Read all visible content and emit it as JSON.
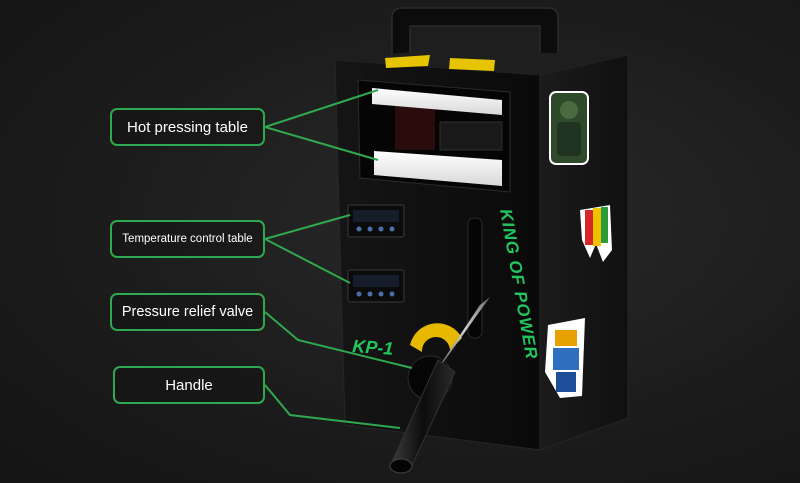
{
  "callouts": {
    "hot_pressing_table": "Hot pressing table",
    "temperature_control_table": "Temperature control table",
    "pressure_relief_valve": "Pressure relief valve",
    "handle": "Handle"
  },
  "machine": {
    "side_text": "KING OF POWER",
    "model": "KP-1"
  },
  "colors": {
    "background": "#1c1c1c",
    "callout_border": "#2fa84f",
    "machine_body": "#0d0d0d",
    "accent_green": "#22c55e",
    "gauge_yellow": "#e6b800"
  }
}
